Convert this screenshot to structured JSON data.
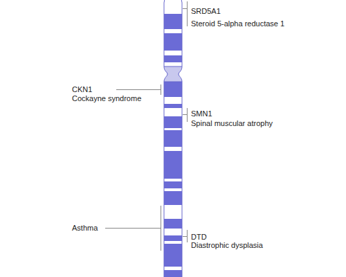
{
  "diagram": {
    "labels": [
      "SRD5A1",
      "Steroid 5-alpha reductase 1",
      "CKN1",
      "Cockayne syndrome",
      "SMN1",
      "Spinal muscular atrophy",
      "Asthma",
      "DTD",
      "Diastrophic dysplasia"
    ]
  }
}
